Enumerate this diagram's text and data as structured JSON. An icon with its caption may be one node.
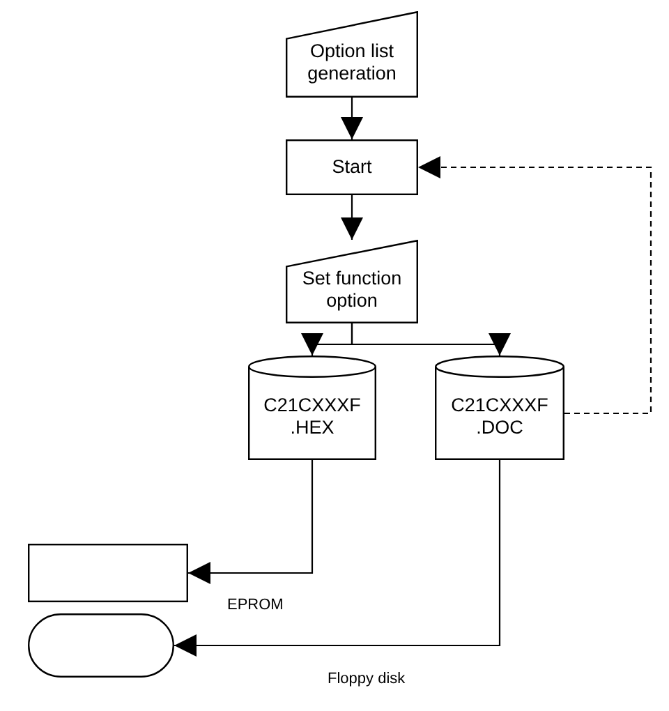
{
  "diagram": {
    "nodes": [
      {
        "text": [
          "Option list generation"
        ]
      },
      {
        "text": [
          "Start"
        ]
      },
      {
        "text": [
          "Set function option"
        ]
      },
      {
        "text": [
          "C21CXXXF .HEX"
        ]
      },
      {
        "text": [
          "C21CXXXF .DOC"
        ]
      },
      {
        "text": [],
        "shape": "box"
      },
      {
        "text": [],
        "shape": "oval"
      }
    ],
    "edges": [
      {
        "from": 0,
        "to": 1,
        "arrow": "to"
      },
      {
        "from": 1,
        "to": 2,
        "arrow": "to"
      },
      {
        "from": 2,
        "to": 3,
        "arrow": "to"
      },
      {
        "from": 2,
        "to": 4,
        "arrow": "to"
      },
      {
        "from": 4,
        "to": 1,
        "arrow": "to",
        "style": "dashed"
      },
      {
        "from": 3,
        "to": 5,
        "arrow": "to",
        "label": "EPROM"
      },
      {
        "from": 4,
        "to": 6,
        "arrow": "to",
        "label": "Floppy disk"
      }
    ]
  }
}
